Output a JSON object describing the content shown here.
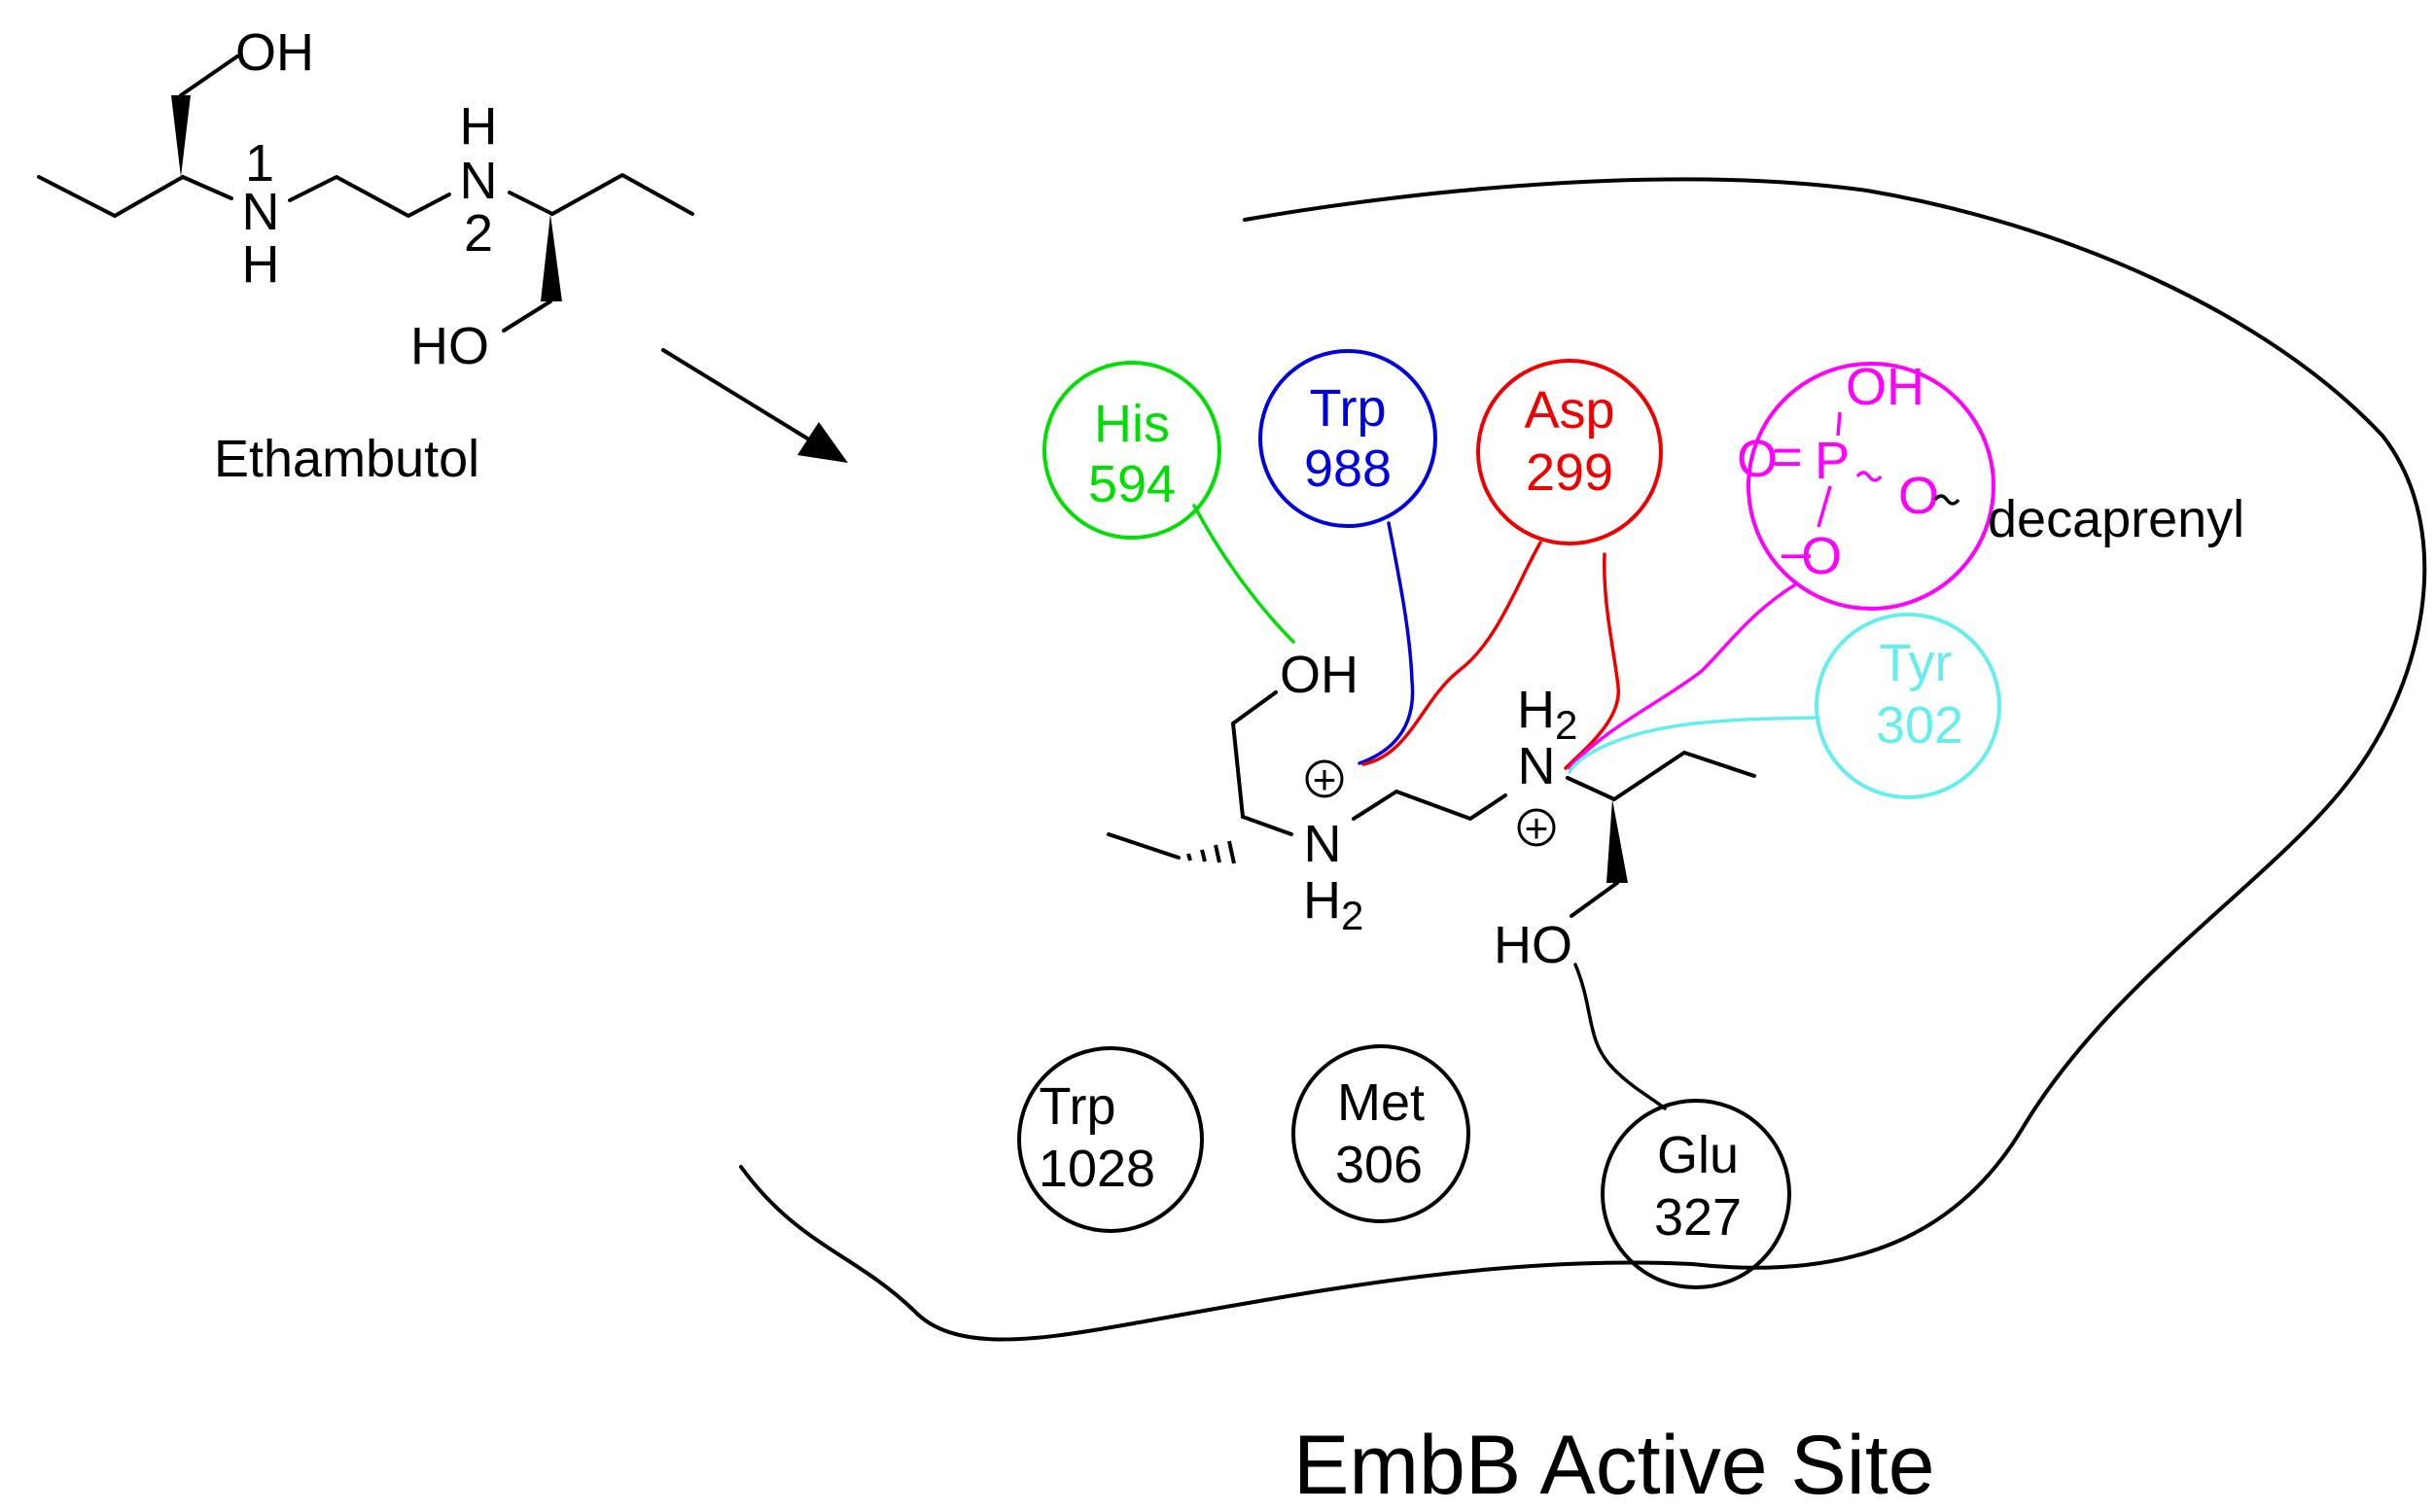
{
  "ethambutol": {
    "name": "Ethambutol",
    "oh_top": "OH",
    "oh_bottom": "HO",
    "n1": {
      "atom": "N",
      "h_below": "H",
      "number": "1"
    },
    "n2": {
      "atom": "N",
      "h_above": "H",
      "number": "2"
    }
  },
  "bound_ligand": {
    "oh_top": "OH",
    "oh_bottom": "HO",
    "n1": {
      "atom": "N",
      "h2": "H",
      "h2_sub": "2",
      "charge": "+"
    },
    "n2": {
      "atom": "N",
      "h2": "H",
      "h2_sub": "2",
      "charge": "+"
    }
  },
  "residues": {
    "his": {
      "name": "His",
      "number": "594",
      "color": "#00dd00"
    },
    "trp988": {
      "name": "Trp",
      "number": "988",
      "color": "#0000dd"
    },
    "asp": {
      "name": "Asp",
      "number": "299",
      "color": "#ee0000"
    },
    "tyr": {
      "name": "Tyr",
      "number": "302",
      "color": "#66eeee"
    },
    "trp1028": {
      "name": "Trp",
      "number": "1028",
      "color": "#000000"
    },
    "met": {
      "name": "Met",
      "number": "306",
      "color": "#000000"
    },
    "glu": {
      "name": "Glu",
      "number": "327",
      "color": "#000000"
    }
  },
  "phosphate": {
    "color": "#ff00ff",
    "oh": "OH",
    "o_double": "O",
    "equals": "=",
    "p": "P",
    "o_ester": "O",
    "o_minus": "O",
    "minus": "–",
    "tail": "decaprenyl"
  },
  "site_title": "EmbB Active Site"
}
